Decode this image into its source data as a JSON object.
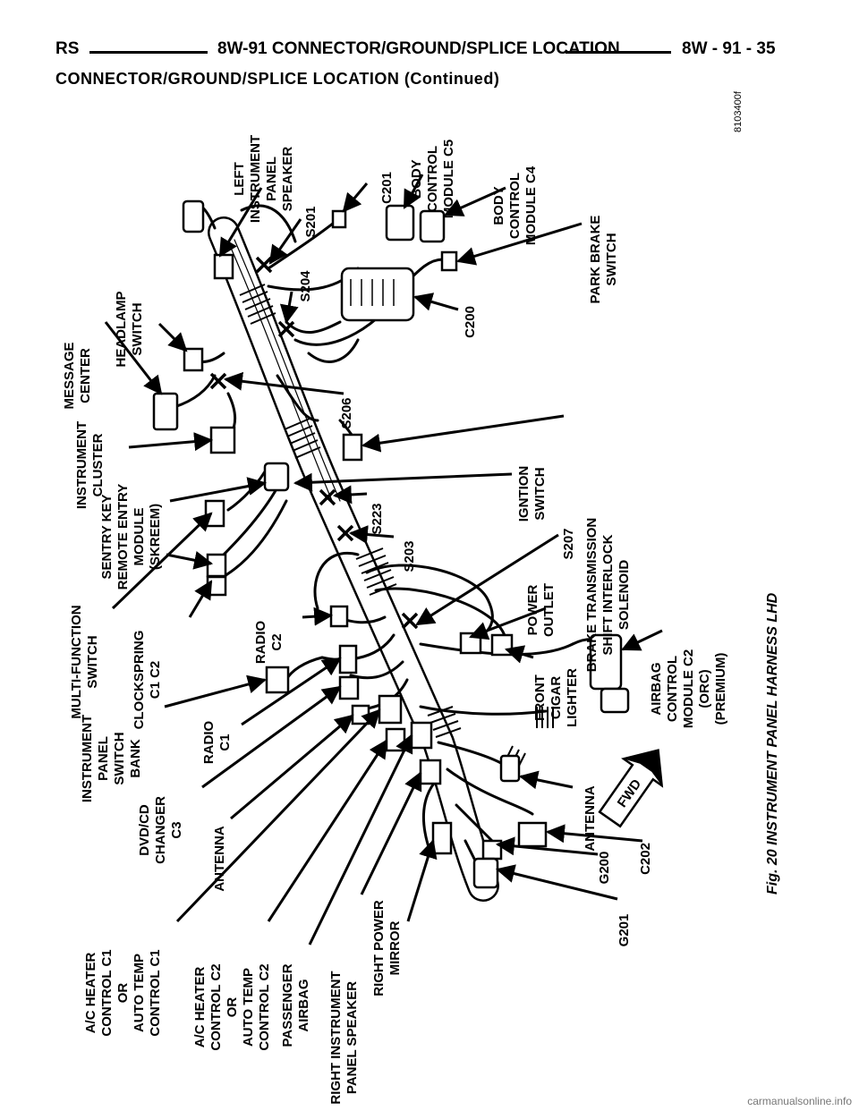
{
  "header": {
    "left": "RS",
    "center": "8W-91 CONNECTOR/GROUND/SPLICE LOCATION",
    "right": "8W - 91 - 35",
    "subtitle": "CONNECTOR/GROUND/SPLICE LOCATION (Continued)"
  },
  "figure": {
    "caption": "Fig. 20 INSTRUMENT PANEL HARNESS LHD",
    "code": "8103400f",
    "fwd": "FWD"
  },
  "watermark": "carmanualsonline.info",
  "labels": [
    {
      "id": "left-instrument-panel-speaker",
      "lines": [
        "LEFT",
        "INSTRUMENT",
        "PANEL",
        "SPEAKER"
      ]
    },
    {
      "id": "s201",
      "lines": [
        "S201"
      ]
    },
    {
      "id": "c201",
      "lines": [
        "C201"
      ]
    },
    {
      "id": "bcm-c5",
      "lines": [
        "BODY",
        "CONTROL",
        "MODULE C5"
      ]
    },
    {
      "id": "bcm-c4",
      "lines": [
        "BODY",
        "CONTROL",
        "MODULE C4"
      ]
    },
    {
      "id": "park-brake-switch",
      "lines": [
        "PARK BRAKE",
        "SWITCH"
      ]
    },
    {
      "id": "headlamp-switch",
      "lines": [
        "HEADLAMP",
        "SWITCH"
      ]
    },
    {
      "id": "s204",
      "lines": [
        "S204"
      ]
    },
    {
      "id": "c200",
      "lines": [
        "C200"
      ]
    },
    {
      "id": "message-center",
      "lines": [
        "MESSAGE",
        "CENTER"
      ]
    },
    {
      "id": "s206",
      "lines": [
        "S206"
      ]
    },
    {
      "id": "brake-transmission-interlock",
      "lines": [
        "BRAKE TRANSMISSION",
        "SHIFT INTERLOCK",
        "SOLENOID"
      ]
    },
    {
      "id": "instrument-cluster",
      "lines": [
        "INSTRUMENT",
        "CLUSTER"
      ]
    },
    {
      "id": "sentry-key",
      "lines": [
        "SENTRY KEY",
        "REMOTE ENTRY",
        "MODULE",
        "(SKREEM)"
      ]
    },
    {
      "id": "ignition-switch",
      "lines": [
        "IGNTION",
        "SWITCH"
      ]
    },
    {
      "id": "s223",
      "lines": [
        "S223"
      ]
    },
    {
      "id": "multi-function-switch",
      "lines": [
        "MULTI-FUNCTION",
        "SWITCH"
      ]
    },
    {
      "id": "s203",
      "lines": [
        "S203"
      ]
    },
    {
      "id": "s207",
      "lines": [
        "S207"
      ]
    },
    {
      "id": "clockspring",
      "lines": [
        "CLOCKSPRING",
        "C1  C2"
      ]
    },
    {
      "id": "power-outlet",
      "lines": [
        "POWER",
        "OUTLET"
      ]
    },
    {
      "id": "radio-c2",
      "lines": [
        "RADIO",
        "C2"
      ]
    },
    {
      "id": "airbag-control-module",
      "lines": [
        "AIRBAG",
        "CONTROL",
        "MODULE C2",
        "(ORC)",
        "(PREMIUM)"
      ]
    },
    {
      "id": "front-cigar-lighter",
      "lines": [
        "FRONT",
        "CIGAR",
        "LIGHTER"
      ]
    },
    {
      "id": "instrument-panel-switch-bank",
      "lines": [
        "INSTRUMENT",
        "PANEL",
        "SWITCH",
        "BANK"
      ]
    },
    {
      "id": "radio-c1",
      "lines": [
        "RADIO",
        "C1"
      ]
    },
    {
      "id": "dvd-cd-changer",
      "lines": [
        "DVD/CD",
        "CHANGER",
        "C3"
      ]
    },
    {
      "id": "antenna-left",
      "lines": [
        "ANTENNA"
      ]
    },
    {
      "id": "antenna-right",
      "lines": [
        "ANTENNA"
      ]
    },
    {
      "id": "ac-heater-c1",
      "lines": [
        "A/C HEATER",
        "CONTROL C1",
        "OR",
        "AUTO TEMP",
        "CONTROL C1"
      ]
    },
    {
      "id": "ac-heater-c2",
      "lines": [
        "A/C HEATER",
        "CONTROL C2",
        "OR",
        "AUTO TEMP",
        "CONTROL C2"
      ]
    },
    {
      "id": "passenger-airbag",
      "lines": [
        "PASSENGER",
        "AIRBAG"
      ]
    },
    {
      "id": "right-instrument-panel-speaker",
      "lines": [
        "RIGHT INSTRUMENT",
        "PANEL SPEAKER"
      ]
    },
    {
      "id": "right-power-mirror",
      "lines": [
        "RIGHT POWER",
        "MIRROR"
      ]
    },
    {
      "id": "g200",
      "lines": [
        "G200"
      ]
    },
    {
      "id": "c202",
      "lines": [
        "C202"
      ]
    },
    {
      "id": "g201",
      "lines": [
        "G201"
      ]
    }
  ]
}
